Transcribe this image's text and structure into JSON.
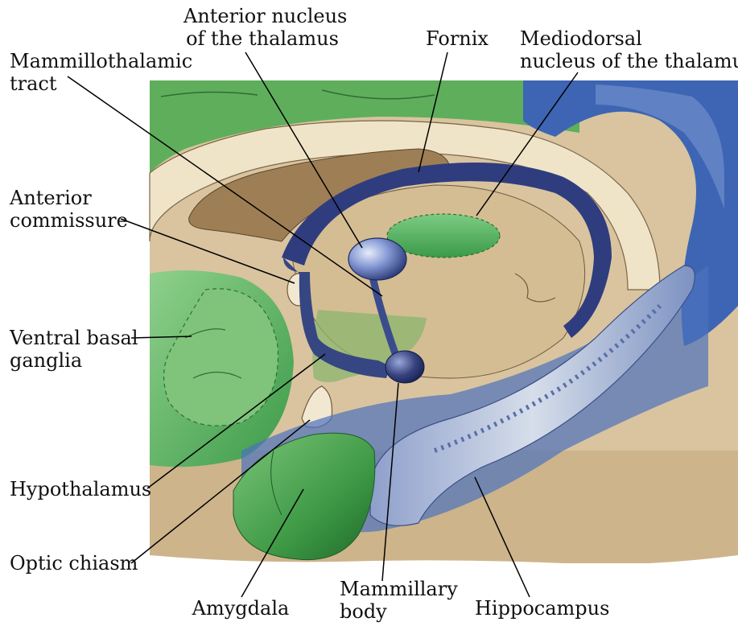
{
  "labels": {
    "anterior_nucleus": [
      "Anterior nucleus",
      "of the thalamus"
    ],
    "fornix": "Fornix",
    "mediodorsal": [
      "Mediodorsal",
      "nucleus of the thalamus"
    ],
    "mammillothalamic": [
      "Mammillothalamic",
      "tract"
    ],
    "anterior_commissure": [
      "Anterior",
      "commissure"
    ],
    "ventral_basal_ganglia": [
      "Ventral basal",
      "ganglia"
    ],
    "hypothalamus": "Hypothalamus",
    "optic_chiasm": "Optic chiasm",
    "amygdala": "Amygdala",
    "mammillary_body": [
      "Mammillary",
      "body"
    ],
    "hippocampus": "Hippocampus"
  },
  "colors": {
    "background": "#ffffff",
    "tissue_beige": "#e8d9bd",
    "tissue_tan": "#c9b08a",
    "tissue_brown": "#a08358",
    "cortex_green": "#5fae5c",
    "limbic_blue": "#3b5fae",
    "fornix_navy": "#2f3d7f",
    "hippocampus_light": "#b9c6dc",
    "leader_line": "#000000"
  }
}
